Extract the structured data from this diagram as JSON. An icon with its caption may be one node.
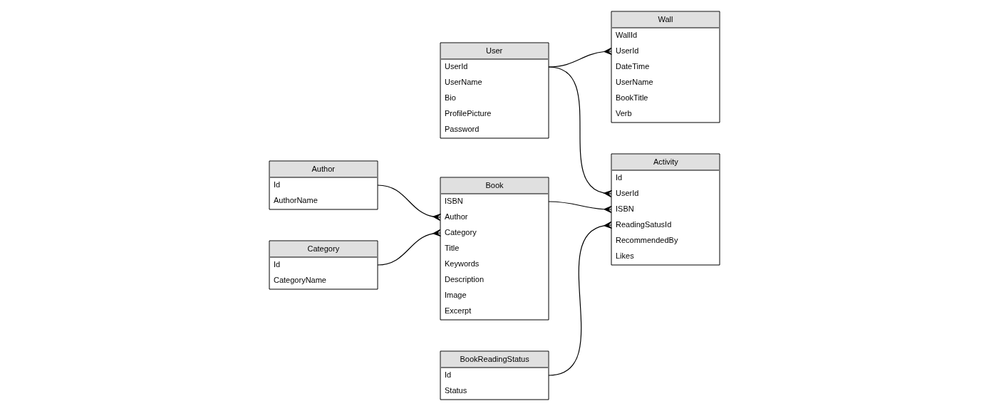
{
  "diagram": {
    "nodes": [
      {
        "text": [
          "User",
          "UserId",
          "UserName",
          "Bio",
          "ProfilePicture",
          "Password"
        ]
      },
      {
        "text": [
          "Author",
          "Id",
          "AuthorName"
        ]
      },
      {
        "text": [
          "Activity",
          "Id",
          "UserId",
          "ISBN",
          "ReadingSatusId",
          "RecommendedBy",
          "Likes"
        ]
      },
      {
        "text": [
          "Book",
          "ISBN",
          "Author",
          "Category",
          "Title",
          "Keywords",
          "Description",
          "Image",
          "Excerpt"
        ]
      },
      {
        "text": [
          "Wall",
          "WallId",
          "UserId",
          "DateTime",
          "UserName",
          "BookTitle",
          "Verb"
        ]
      },
      {
        "text": [
          "Category",
          "Id",
          "CategoryName"
        ]
      },
      {
        "text": [
          "BookReadingStatus",
          "Id",
          "Status"
        ]
      }
    ],
    "edges": [
      {
        "from": 1,
        "to": 3,
        "arrow": "other"
      },
      {
        "from": 5,
        "to": 3,
        "arrow": "other"
      },
      {
        "from": 3,
        "to": 2,
        "arrow": "other"
      },
      {
        "from": 0,
        "to": 2,
        "arrow": "other"
      },
      {
        "from": 6,
        "to": 2,
        "arrow": "other"
      },
      {
        "from": 0,
        "to": 4,
        "arrow": "other"
      }
    ]
  }
}
